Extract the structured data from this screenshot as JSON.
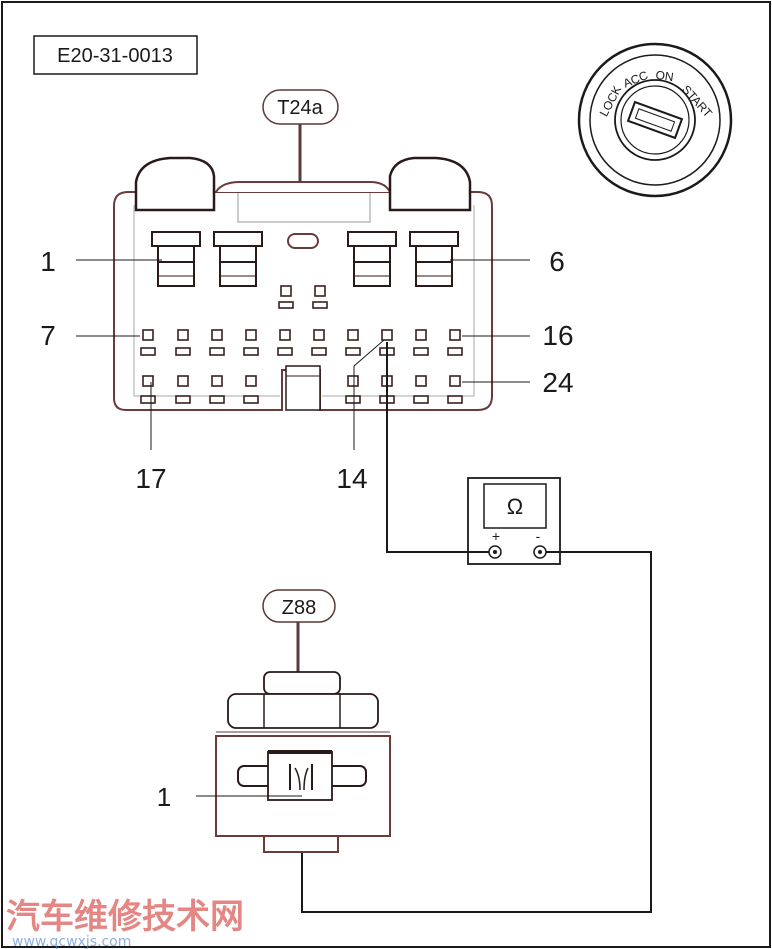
{
  "figure": {
    "code": "E20-31-0013",
    "colors": {
      "line": "#1a1a1a",
      "connector_outline": "#6b3a3a",
      "pin_outline": "#3a1f1f",
      "watermark_red": "#d9534f",
      "watermark_blue": "#5b8fd1"
    }
  },
  "connector_t24a": {
    "tag": "T24a",
    "pin_labels": {
      "p1": "1",
      "p6": "6",
      "p7": "7",
      "p16": "16",
      "p24": "24",
      "p17": "17",
      "p14": "14"
    }
  },
  "ignition_switch": {
    "positions": [
      "LOCK",
      "ACC",
      "ON",
      "START"
    ]
  },
  "meter": {
    "symbol": "Ω",
    "plus": "+",
    "minus": "-"
  },
  "connector_z88": {
    "tag": "Z88",
    "pin_label": "1"
  },
  "watermark": {
    "text": "汽车维修技术网",
    "url": "www.qcwxjs.com"
  }
}
